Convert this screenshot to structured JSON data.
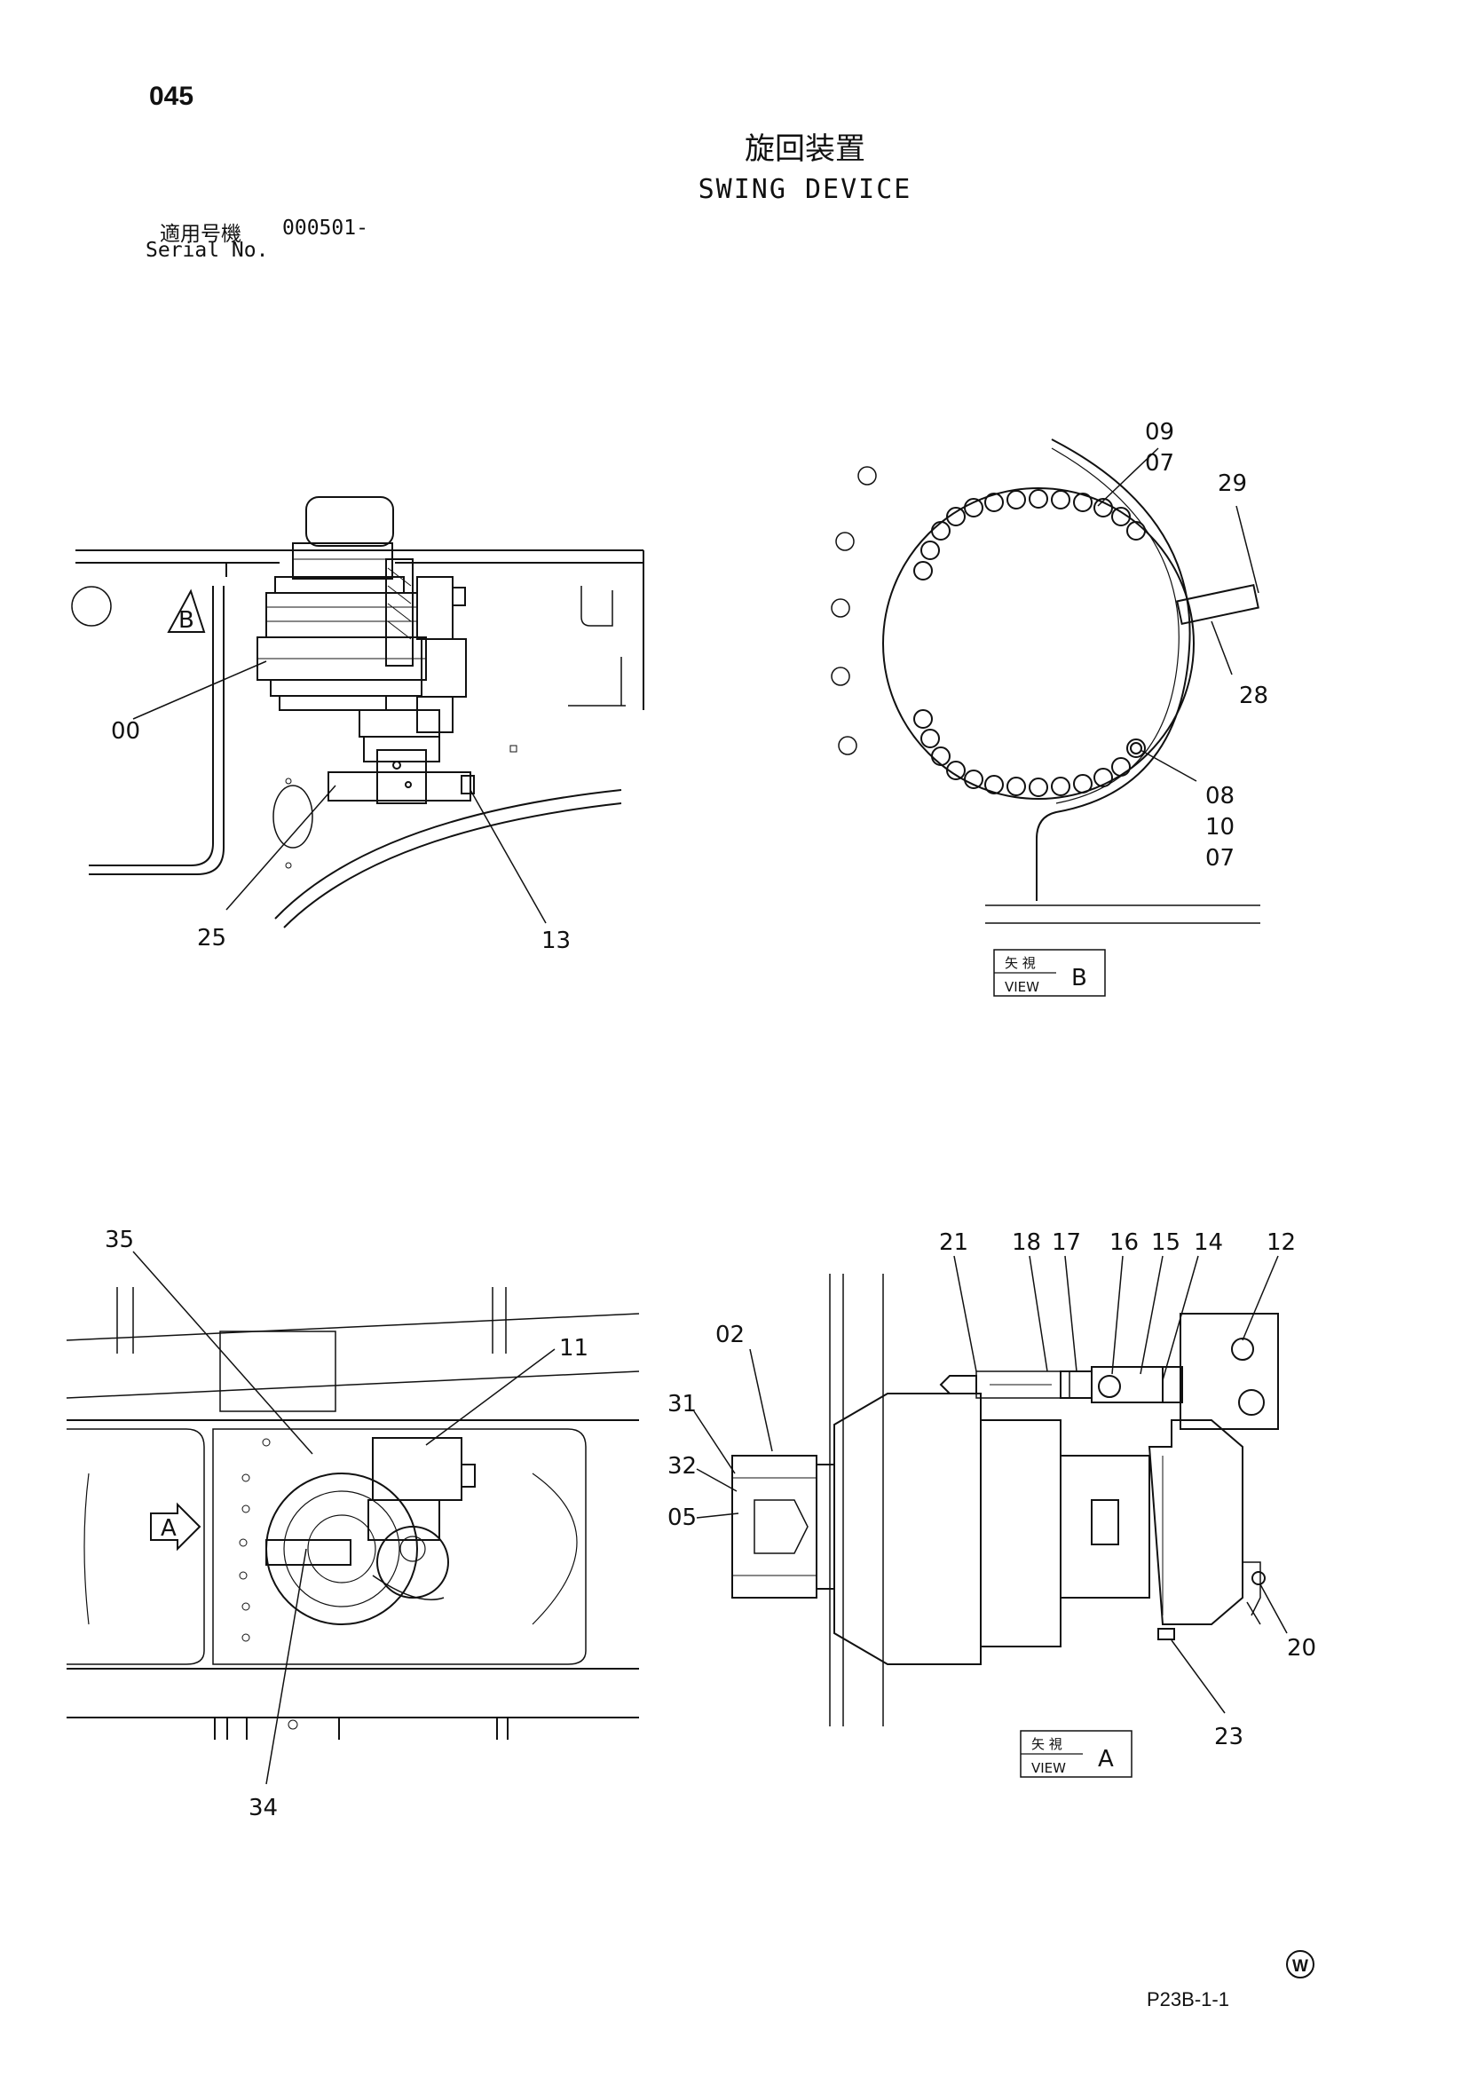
{
  "page_number": "045",
  "title": {
    "jp": "旋回装置",
    "en": "SWING DEVICE"
  },
  "serial": {
    "label_jp": "適用号機",
    "label_en": "Serial No.",
    "value": "000501-"
  },
  "callouts": {
    "c00": "00",
    "c25": "25",
    "c13": "13",
    "c09": "09",
    "c07a": "07",
    "c29": "29",
    "c28": "28",
    "c08": "08",
    "c10": "10",
    "c07b": "07",
    "c35": "35",
    "c11": "11",
    "c34": "34",
    "c02": "02",
    "c31": "31",
    "c32": "32",
    "c05": "05",
    "c21": "21",
    "c18": "18",
    "c17": "17",
    "c16": "16",
    "c15": "15",
    "c14": "14",
    "c12": "12",
    "c20": "20",
    "c23": "23"
  },
  "view_markers": {
    "arrow_b": "B",
    "arrow_a": "A",
    "view_b": {
      "jp": "矢 視",
      "en": "VIEW",
      "letter": "B"
    },
    "view_a": {
      "jp": "矢 視",
      "en": "VIEW",
      "letter": "A"
    }
  },
  "footer": {
    "mark": "W",
    "page_code": "P23B-1-1"
  }
}
